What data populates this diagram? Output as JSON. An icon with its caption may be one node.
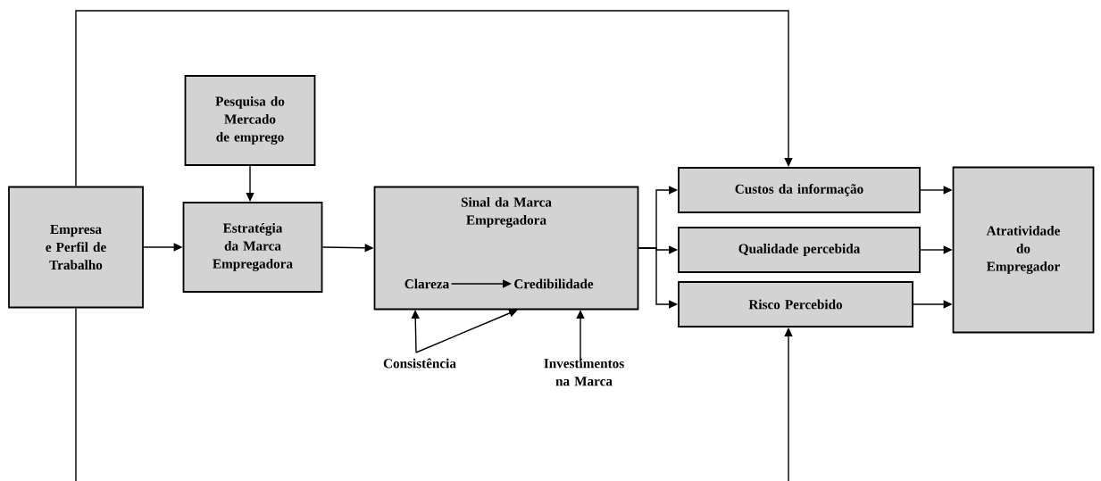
{
  "diagram": {
    "nodes": [
      {
        "text": [
          "Empresa e Perfil de Trabalho"
        ]
      },
      {
        "text": [
          "Pesquisa do Mercado de emprego"
        ]
      },
      {
        "text": [
          "Estratégia da Marca Empregadora"
        ]
      },
      {
        "text": [
          "Sinal da Marca Empregadora"
        ]
      },
      {
        "text": [
          "Clareza"
        ],
        "in": 3
      },
      {
        "text": [
          "Credibilidade"
        ],
        "in": 3
      },
      {
        "text": [
          "Custos da informação"
        ]
      },
      {
        "text": [
          "Qualidade percebida"
        ]
      },
      {
        "text": [
          "Risco Percebido"
        ]
      },
      {
        "text": [
          "Atratividade do Empregador"
        ]
      },
      {
        "text": [
          "Consistência"
        ]
      },
      {
        "text": [
          "Investimentos na Marca"
        ]
      }
    ],
    "edges": [
      {
        "from": 0,
        "to": 6,
        "arrow": "to"
      },
      {
        "from": 0,
        "to": 8,
        "arrow": "to"
      },
      {
        "from": 1,
        "to": 2,
        "arrow": "to"
      },
      {
        "from": 0,
        "to": 2,
        "arrow": "to"
      },
      {
        "from": 2,
        "to": 3,
        "arrow": "to"
      },
      {
        "from": 3,
        "to": 6,
        "arrow": "to"
      },
      {
        "from": 3,
        "to": 7,
        "arrow": "to"
      },
      {
        "from": 3,
        "to": 8,
        "arrow": "to"
      },
      {
        "from": 6,
        "to": 9,
        "arrow": "to"
      },
      {
        "from": 7,
        "to": 9,
        "arrow": "to"
      },
      {
        "from": 8,
        "to": 9,
        "arrow": "to"
      },
      {
        "from": 4,
        "to": 5,
        "arrow": "to"
      },
      {
        "from": 10,
        "to": 4,
        "arrow": "to"
      },
      {
        "from": 10,
        "to": 5,
        "arrow": "to"
      },
      {
        "from": 11,
        "to": 5,
        "arrow": "to"
      }
    ]
  }
}
